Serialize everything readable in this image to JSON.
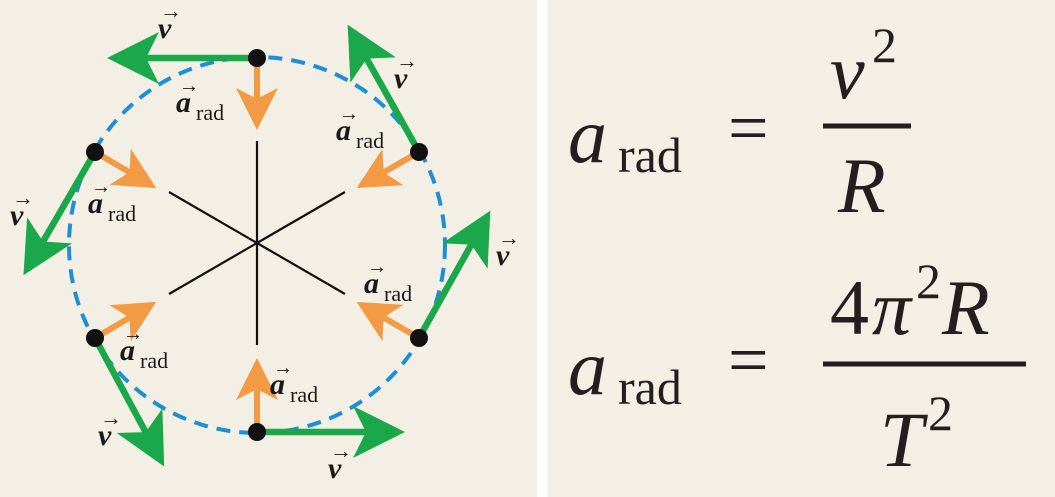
{
  "diagram": {
    "velocity_symbol": "v",
    "acceleration_symbol": "a",
    "acceleration_subscript": "rad"
  },
  "formulas": {
    "first": {
      "lhs": "a",
      "lhs_sub": "rad",
      "equals": "=",
      "numerator": "v",
      "numerator_exp": "2",
      "denominator": "R"
    },
    "second": {
      "lhs": "a",
      "lhs_sub": "rad",
      "equals": "=",
      "numerator_coef": "4",
      "numerator_pi": "π",
      "numerator_exp": "2",
      "numerator_var": "R",
      "denominator": "T",
      "denominator_exp": "2"
    }
  },
  "colors": {
    "background": "#f3efe5",
    "circle_path": "#1d8fd6",
    "velocity_arrow": "#1aa84a",
    "acceleration_arrow": "#f39a45",
    "point": "#111111",
    "text": "#231f20"
  }
}
